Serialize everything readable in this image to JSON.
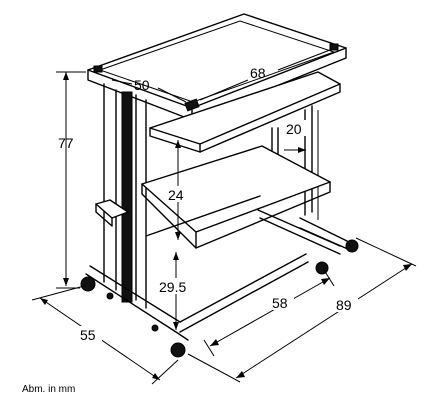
{
  "dimensions": {
    "height_total": "77",
    "top_depth": "50",
    "top_width": "68",
    "shelf_gap_upper": "24",
    "keyboard_offset": "20",
    "bottom_clearance": "29.5",
    "depth_base": "55",
    "width_inner": "58",
    "width_base": "89"
  },
  "caption": "Abm. in mm",
  "colors": {
    "ink": "#000000",
    "paper": "#ffffff",
    "post": "#111111"
  }
}
